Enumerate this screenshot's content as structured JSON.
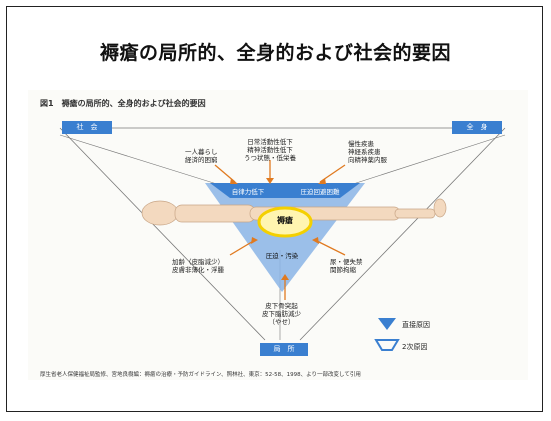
{
  "title": "褥瘡の局所的、全身的および社会的要因",
  "figure": {
    "caption": "図1　褥瘡の局所的、全身的および社会的要因",
    "corners": {
      "social": "社　会",
      "systemic": "全　身",
      "local": "局　所"
    },
    "center": "褥瘡",
    "top_triangle": {
      "left": "自律力低下",
      "right": "圧迫回避困難"
    },
    "bottom_triangle": "圧迫・汚染",
    "factors": {
      "top_center": [
        "日常活動性低下",
        "精神活動性低下",
        "うつ状態・低栄養"
      ],
      "top_left": [
        "一人暮らし",
        "経済的困窮"
      ],
      "top_right": [
        "慢性疾患",
        "神経系疾患",
        "向精神薬内服"
      ],
      "bottom_left": [
        "加齢（皮脂減少）",
        "皮膚非薄化・浮腫"
      ],
      "bottom_right": [
        "尿・便失禁",
        "関節拘縮"
      ],
      "bottom_center": [
        "皮下骨突起",
        "皮下脂肪減少",
        "（やせ）"
      ]
    },
    "legend": {
      "direct": "直接原因",
      "secondary": "2次原因"
    },
    "source": "厚生省老人保健福祉局監修、宮地良樹編：褥瘡の治療・予防ガイドライン、照林社、東京：52-58、1998、より一部改変して引用"
  },
  "colors": {
    "blue": "#3a7fd0",
    "light_blue": "#8ab4e6",
    "orange": "#e07a20",
    "yellow": "#f4d000",
    "skin": "#f3d9bf"
  }
}
